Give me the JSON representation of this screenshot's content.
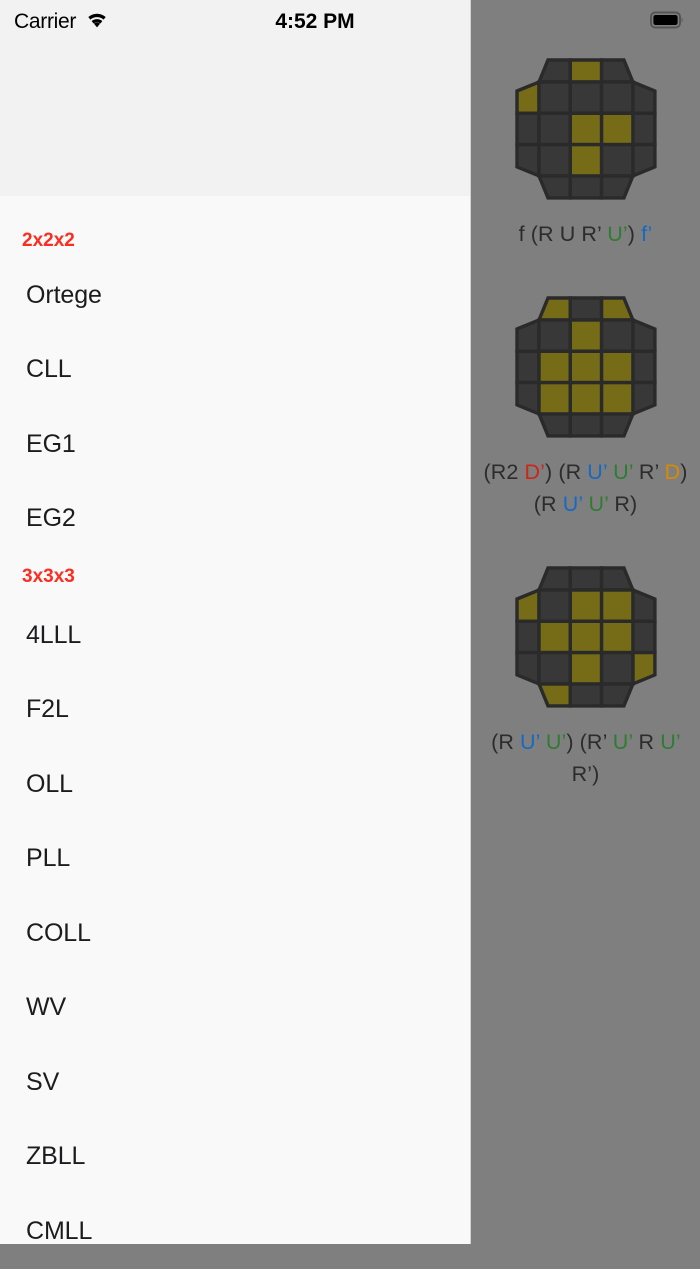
{
  "colors": {
    "accent_section": "#fb2d20",
    "sidebar_bg": "#f9f9f9",
    "sidebar_header_bg": "#f2f2f2",
    "detail_bg": "#7f7f7f",
    "cube_sticker_yellow": "#766b16",
    "cube_sticker_dark": "#383838",
    "cube_border": "#2a2a2a",
    "move_green": "#2e7d32",
    "move_blue": "#1769c4",
    "move_red": "#cf2418",
    "move_orange": "#d98a00",
    "move_dark": "#2c2c2c"
  },
  "statusbar": {
    "carrier": "Carrier",
    "wifi_icon": "wifi-icon",
    "time": "4:52 PM",
    "battery_icon": "battery-full-icon"
  },
  "sidebar": {
    "items": [
      {
        "label": "2x2x2",
        "type": "section"
      },
      {
        "label": "Ortege",
        "type": "item"
      },
      {
        "label": "CLL",
        "type": "item"
      },
      {
        "label": "EG1",
        "type": "item"
      },
      {
        "label": "EG2",
        "type": "item"
      },
      {
        "label": "3x3x3",
        "type": "section"
      },
      {
        "label": "4LLL",
        "type": "item"
      },
      {
        "label": "F2L",
        "type": "item"
      },
      {
        "label": "OLL",
        "type": "item"
      },
      {
        "label": "PLL",
        "type": "item"
      },
      {
        "label": "COLL",
        "type": "item"
      },
      {
        "label": "WV",
        "type": "item"
      },
      {
        "label": "SV",
        "type": "item"
      },
      {
        "label": "ZBLL",
        "type": "item"
      },
      {
        "label": "CMLL",
        "type": "item"
      }
    ]
  },
  "detail": {
    "cases": [
      {
        "name": "cube-case-1",
        "cube": {
          "top": [
            "dark",
            "yellow",
            "dark"
          ],
          "left": [
            "yellow",
            "dark",
            "dark"
          ],
          "right": [
            "dark",
            "dark",
            "dark"
          ],
          "bottom": [
            "dark",
            "dark",
            "dark"
          ],
          "face": [
            [
              "dark",
              "dark",
              "dark"
            ],
            [
              "dark",
              "yellow",
              "yellow"
            ],
            [
              "dark",
              "yellow",
              "dark"
            ]
          ]
        },
        "alg_plain": "f (R U R' U') f'",
        "alg_tokens": [
          {
            "t": "f ",
            "c": "dark"
          },
          {
            "t": "(R U R’ ",
            "c": "dark"
          },
          {
            "t": "U’",
            "c": "green"
          },
          {
            "t": ") ",
            "c": "dark"
          },
          {
            "t": "f’",
            "c": "blue"
          }
        ]
      },
      {
        "name": "cube-case-2",
        "cube": {
          "top": [
            "yellow",
            "dark",
            "yellow"
          ],
          "left": [
            "dark",
            "dark",
            "dark"
          ],
          "right": [
            "dark",
            "dark",
            "dark"
          ],
          "bottom": [
            "dark",
            "dark",
            "dark"
          ],
          "face": [
            [
              "dark",
              "yellow",
              "dark"
            ],
            [
              "yellow",
              "yellow",
              "yellow"
            ],
            [
              "yellow",
              "yellow",
              "yellow"
            ]
          ]
        },
        "alg_plain": "(R2 D') (R U' U' R' D) (R U' U' R)",
        "alg_tokens": [
          {
            "t": "(R2 ",
            "c": "dark"
          },
          {
            "t": "D’",
            "c": "red"
          },
          {
            "t": ") (R ",
            "c": "dark"
          },
          {
            "t": "U’",
            "c": "blue"
          },
          {
            "t": " ",
            "c": "dark"
          },
          {
            "t": "U’",
            "c": "green"
          },
          {
            "t": " R’ ",
            "c": "dark"
          },
          {
            "t": "D",
            "c": "orange"
          },
          {
            "t": ") (R ",
            "c": "dark"
          },
          {
            "t": "U’",
            "c": "blue"
          },
          {
            "t": " ",
            "c": "dark"
          },
          {
            "t": "U’",
            "c": "green"
          },
          {
            "t": " R)",
            "c": "dark"
          }
        ]
      },
      {
        "name": "cube-case-3",
        "cube": {
          "top": [
            "dark",
            "dark",
            "dark"
          ],
          "left": [
            "yellow",
            "dark",
            "dark"
          ],
          "right": [
            "dark",
            "dark",
            "yellow"
          ],
          "bottom": [
            "yellow",
            "dark",
            "dark"
          ],
          "face": [
            [
              "dark",
              "yellow",
              "yellow"
            ],
            [
              "yellow",
              "yellow",
              "yellow"
            ],
            [
              "dark",
              "yellow",
              "dark"
            ]
          ]
        },
        "alg_plain": "(R U' U') (R' U' R U' R')",
        "alg_tokens": [
          {
            "t": "(R ",
            "c": "dark"
          },
          {
            "t": "U’",
            "c": "blue"
          },
          {
            "t": " ",
            "c": "dark"
          },
          {
            "t": "U’",
            "c": "green"
          },
          {
            "t": ") (R’ ",
            "c": "dark"
          },
          {
            "t": "U’",
            "c": "green"
          },
          {
            "t": " R ",
            "c": "dark"
          },
          {
            "t": "U’",
            "c": "green"
          },
          {
            "t": " R’)",
            "c": "dark"
          }
        ]
      }
    ]
  }
}
